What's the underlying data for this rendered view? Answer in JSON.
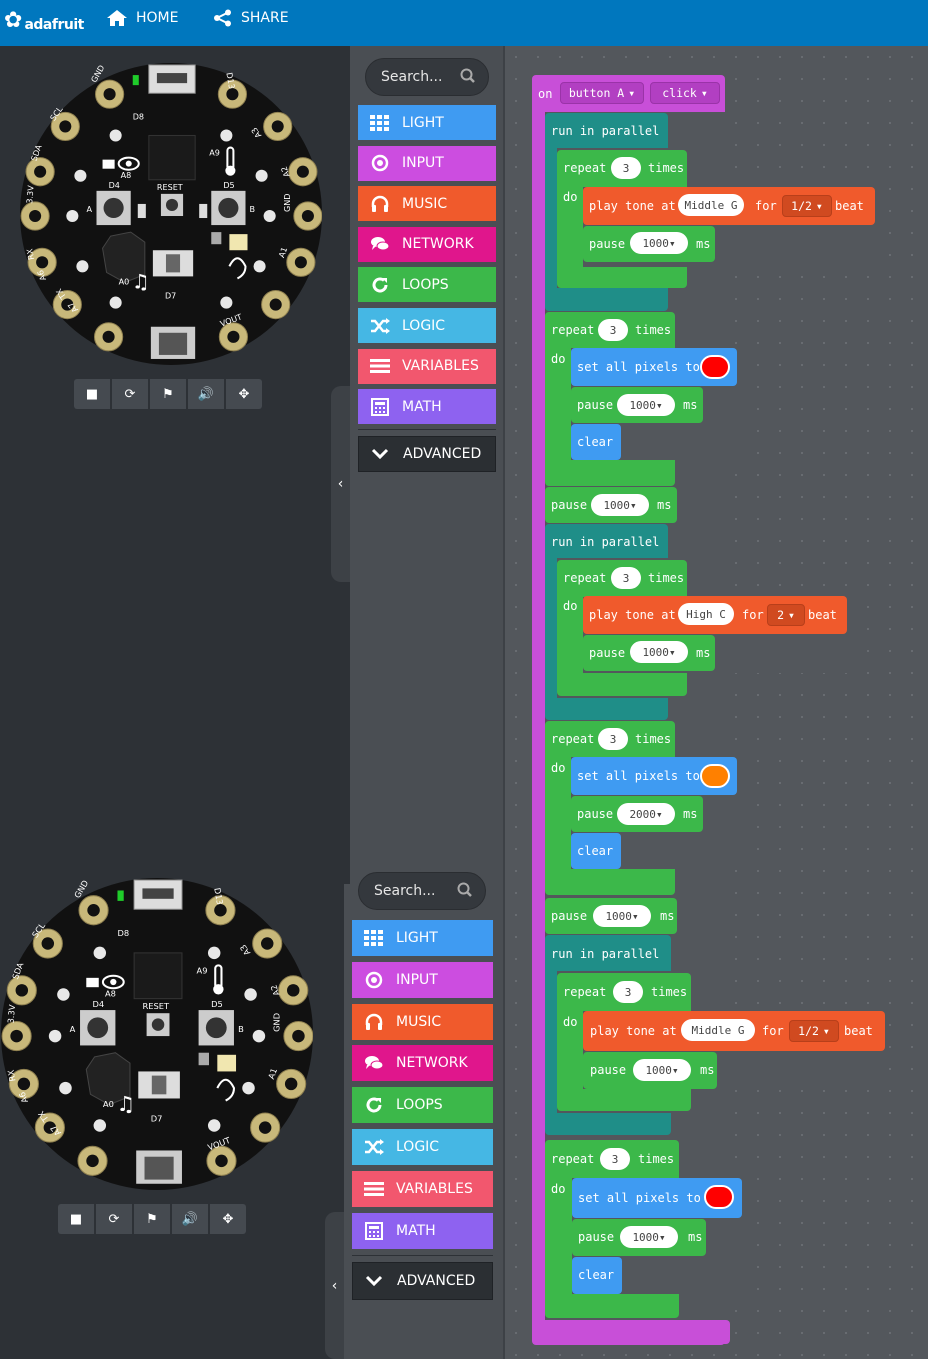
{
  "header": {
    "brand": "adafruit",
    "home_label": "HOME",
    "share_label": "SHARE"
  },
  "simulator": {
    "buttons": [
      "stop-icon",
      "restart-icon",
      "slowmo-icon",
      "mute-icon",
      "fullscreen-icon"
    ]
  },
  "board_labels": {
    "d13": "D13",
    "gnd": "GND",
    "scl": "SCL",
    "sda": "SDA",
    "v33": "3.3V",
    "rx": "RX",
    "a6": "A6",
    "tx": "TX",
    "a7": "A7",
    "d8": "D8",
    "a8": "A8",
    "a9": "A9",
    "d4": "D4",
    "d5": "D5",
    "reset": "RESET",
    "a0": "A0",
    "d7": "D7",
    "vout": "VOUT",
    "a1": "A1",
    "a2": "A2",
    "a3": "A3",
    "btn_a": "A",
    "btn_b": "B"
  },
  "toolbox": {
    "search_placeholder": "Search...",
    "search_placeholder_2": "Search...",
    "categories": [
      {
        "label": "LIGHT",
        "color": "#3f9bf2",
        "icon": "grid-icon"
      },
      {
        "label": "INPUT",
        "color": "#cc4de0",
        "icon": "target-icon"
      },
      {
        "label": "MUSIC",
        "color": "#f05a2c",
        "icon": "headphones-icon"
      },
      {
        "label": "NETWORK",
        "color": "#e0168c",
        "icon": "chat-icon"
      },
      {
        "label": "LOOPS",
        "color": "#3cb84a",
        "icon": "refresh-icon"
      },
      {
        "label": "LOGIC",
        "color": "#45b7e4",
        "icon": "shuffle-icon"
      },
      {
        "label": "VARIABLES",
        "color": "#f2576e",
        "icon": "list-icon"
      },
      {
        "label": "MATH",
        "color": "#8e62f0",
        "icon": "calculator-icon"
      }
    ],
    "advanced_label": "ADVANCED"
  },
  "colors": {
    "event": "#c84fd8",
    "control": "#1f8e88",
    "loops": "#3cb84a",
    "music": "#f05a2c",
    "light": "#3f9bf2",
    "red": "#ff0000",
    "orange": "#ff8000"
  },
  "blocks": {
    "on": "on",
    "button_a": "button A",
    "click": "click",
    "run_in_parallel": "run in parallel",
    "repeat": "repeat",
    "times": "times",
    "do": "do",
    "play_tone_at": "play tone at",
    "for": "for",
    "beat": "beat",
    "pause": "pause",
    "ms": "ms",
    "set_all_pixels_to": "set all pixels to",
    "clear": "clear",
    "three": "3",
    "n1000": "1000",
    "n2000": "2000",
    "middle_g": "Middle G",
    "high_c": "High C",
    "half": "1/2",
    "two": "2"
  }
}
